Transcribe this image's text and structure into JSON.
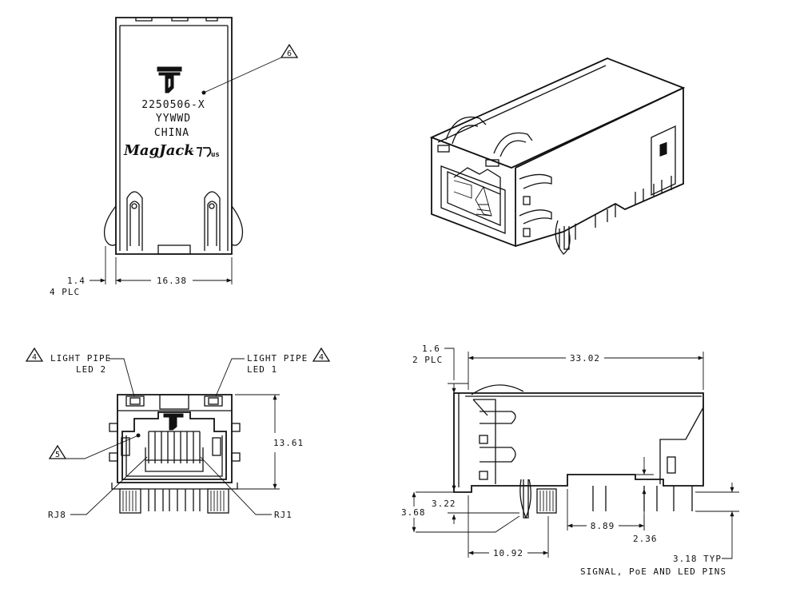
{
  "top_view": {
    "part_number": "2250506-X",
    "date_code": "YYWWD",
    "country": "CHINA",
    "brand": "MagJack",
    "cert_c": "c",
    "cert_us": "us",
    "callout_6": "6",
    "dim_pin": "1.4",
    "dim_pin_note": "4 PLC",
    "dim_width": "16.38"
  },
  "front_view": {
    "light_pipe_left": "LIGHT PIPE",
    "light_pipe_left_led": "LED 2",
    "light_pipe_right": "LIGHT PIPE",
    "light_pipe_right_led": "LED 1",
    "callout_4_left": "4",
    "callout_4_right": "4",
    "callout_5": "5",
    "dim_height": "13.61",
    "label_rj8": "RJ8",
    "label_rj1": "RJ1"
  },
  "side_view": {
    "dim_top": "1.6",
    "dim_top_note": "2 PLC",
    "dim_length": "33.02",
    "dim_322": "3.22",
    "dim_368": "3.68",
    "dim_889": "8.89",
    "dim_236": "2.36",
    "dim_1092": "10.92",
    "dim_318": "3.18 TYP",
    "dim_318_note": "SIGNAL, PoE AND LED PINS"
  }
}
